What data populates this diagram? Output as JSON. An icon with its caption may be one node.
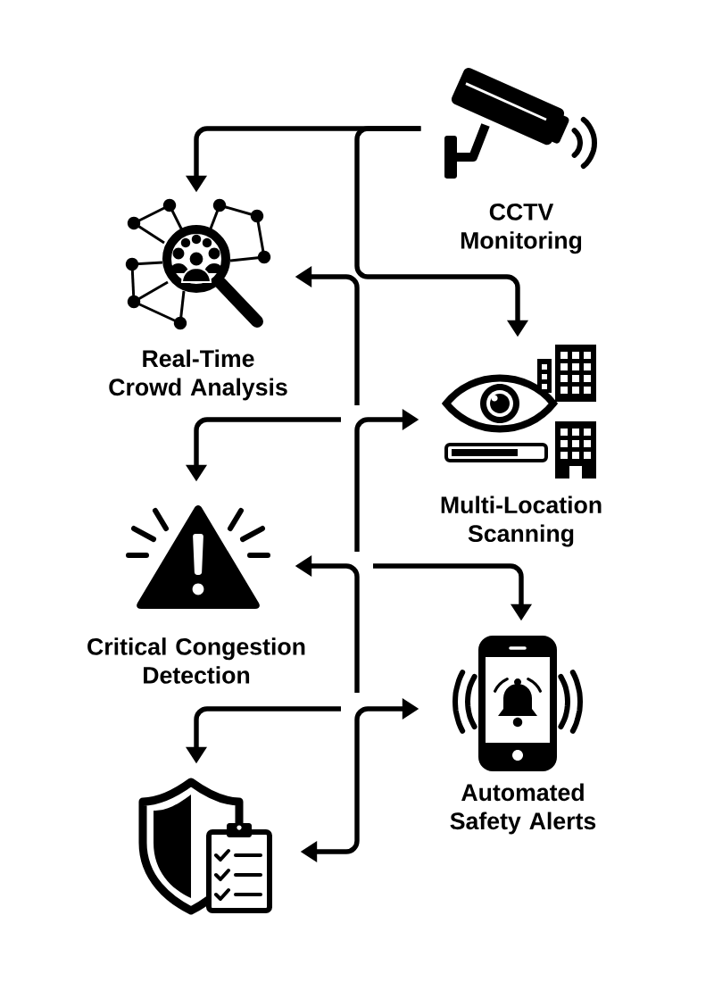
{
  "diagram": {
    "nodes": [
      {
        "text": [],
        "shape": "picture",
        "beside": [
          "CCTV Monitoring"
        ]
      },
      {
        "text": [],
        "shape": "picture",
        "beside": [
          "Real-Time Crowd Analysis"
        ]
      },
      {
        "text": [],
        "shape": "picture",
        "beside": [
          "Multi-Location Scanning"
        ]
      },
      {
        "text": [],
        "shape": "picture",
        "beside": [
          "Critical Congestion Detection"
        ]
      },
      {
        "text": [],
        "shape": "picture",
        "beside": [
          "Automated Safety Alerts"
        ]
      },
      {
        "text": [],
        "shape": "picture"
      }
    ],
    "edges": [
      {
        "from": 0,
        "to": 1,
        "arrow": "to"
      },
      {
        "from": 0,
        "to": 2,
        "arrow": "to"
      },
      {
        "from": null,
        "to": 1,
        "arrow": "to"
      },
      {
        "from": null,
        "to": 3,
        "arrow": "to"
      },
      {
        "from": null,
        "to": 2,
        "arrow": "to"
      },
      {
        "from": null,
        "to": 4,
        "arrow": "to"
      },
      {
        "from": null,
        "to": 3,
        "arrow": "to"
      },
      {
        "from": null,
        "to": 5,
        "arrow": "to"
      },
      {
        "from": 4,
        "to": 5,
        "arrow": "both"
      }
    ]
  }
}
